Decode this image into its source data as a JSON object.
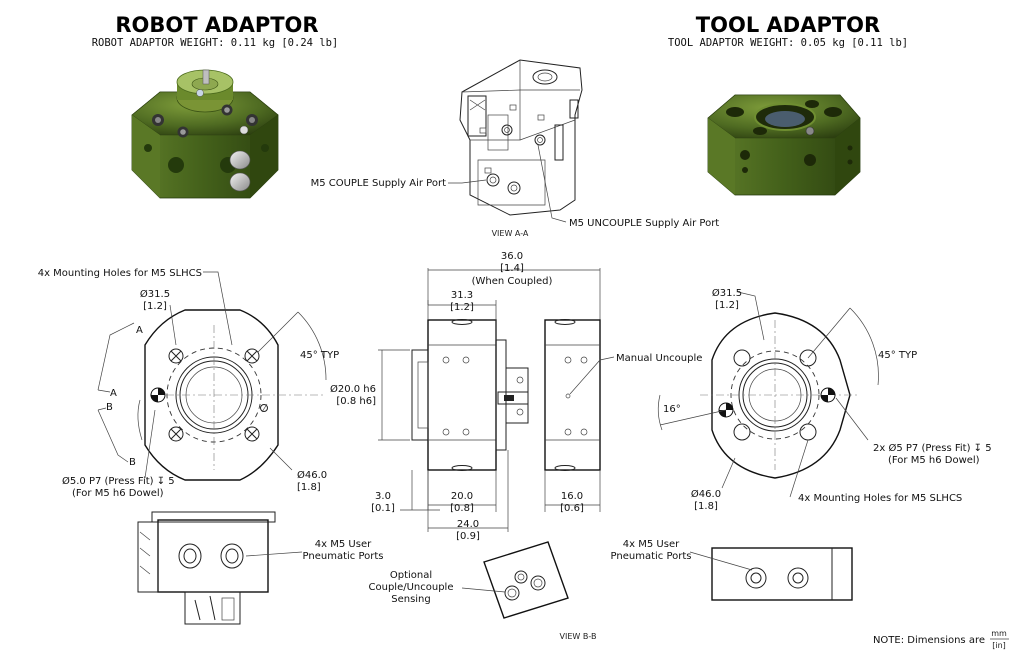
{
  "robot": {
    "title": "ROBOT ADAPTOR",
    "weight": "ROBOT ADAPTOR WEIGHT: 0.11 kg [0.24 lb]",
    "mounting_holes": "4x Mounting Holes for M5 SLHCS",
    "dia_small_mm": "Ø31.5",
    "dia_small_in": "[1.2]",
    "angle": "45° TYP",
    "dia_large_mm": "Ø46.0",
    "dia_large_in": "[1.8]",
    "dowel_line1": "Ø5.0 P7 (Press Fit) ↧ 5",
    "dowel_line2": "(For M5 h6 Dowel)",
    "ports_line1": "4x M5 User",
    "ports_line2": "Pneumatic Ports",
    "section_a": "A",
    "section_b": "B"
  },
  "tool": {
    "title": "TOOL ADAPTOR",
    "weight": "TOOL ADAPTOR WEIGHT: 0.05 kg [0.11 lb]",
    "dia_small_mm": "Ø31.5",
    "dia_small_in": "[1.2]",
    "angle": "45° TYP",
    "angle_small": "16°",
    "dowel_line1": "2x Ø5 P7 (Press Fit) ↧ 5",
    "dowel_line2": "(For M5 h6 Dowel)",
    "dia_large_mm": "Ø46.0",
    "dia_large_in": "[1.8]",
    "mounting_holes": "4x Mounting Holes for M5 SLHCS",
    "ports_line1": "4x M5 User",
    "ports_line2": "Pneumatic Ports"
  },
  "view_a": {
    "couple_port": "M5 COUPLE Supply Air Port",
    "uncouple_port": "M5 UNCOUPLE Supply Air Port",
    "label": "VIEW A-A"
  },
  "side": {
    "coupled_mm": "36.0",
    "coupled_in": "[1.4]",
    "coupled_note": "(When Coupled)",
    "w313_mm": "31.3",
    "w313_in": "[1.2]",
    "dia20_mm": "Ø20.0 h6",
    "dia20_in": "[0.8 h6]",
    "manual": "Manual Uncouple",
    "d3_mm": "3.0",
    "d3_in": "[0.1]",
    "d20_mm": "20.0",
    "d20_in": "[0.8]",
    "d24_mm": "24.0",
    "d24_in": "[0.9]",
    "d16_mm": "16.0",
    "d16_in": "[0.6]"
  },
  "view_b": {
    "sensing_line1": "Optional",
    "sensing_line2": "Couple/Uncouple",
    "sensing_line3": "Sensing",
    "label": "VIEW B-B"
  },
  "note": {
    "text": "NOTE: Dimensions are",
    "unit_top": "mm",
    "unit_bottom": "[in]"
  },
  "colors": {
    "body_green": "#4f6b22",
    "highlight_green": "#7e9c3a",
    "shadow_green": "#2c3f10"
  },
  "icons": [
    "robot-adaptor-render",
    "tool-adaptor-render",
    "datum-target-icon"
  ]
}
